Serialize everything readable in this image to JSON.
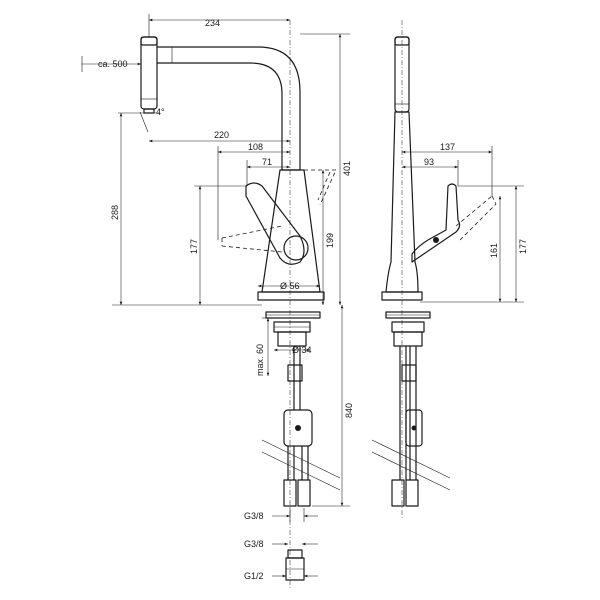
{
  "front_view": {
    "dim_width_total": "234",
    "dim_reach": "220",
    "dim_handle_offset": "108",
    "dim_spout_base": "71",
    "dim_height_total": "401",
    "dim_height_spout": "288",
    "dim_height_lever": "177",
    "dim_height_body": "199",
    "dim_base_diameter": "Ø 56",
    "dim_hose_length": "ca. 500",
    "dim_angle": "4°",
    "dim_hole_diameter": "Ø 34",
    "dim_max_thickness": "max. 60",
    "dim_hose_length_below": "840",
    "thread_hose": "G3/8"
  },
  "side_view": {
    "dim_depth": "137",
    "dim_handle_depth": "93",
    "dim_height_handle": "161",
    "dim_height_lever": "177"
  },
  "adapter": {
    "thread_top": "G3/8",
    "thread_bottom": "G1/2"
  }
}
